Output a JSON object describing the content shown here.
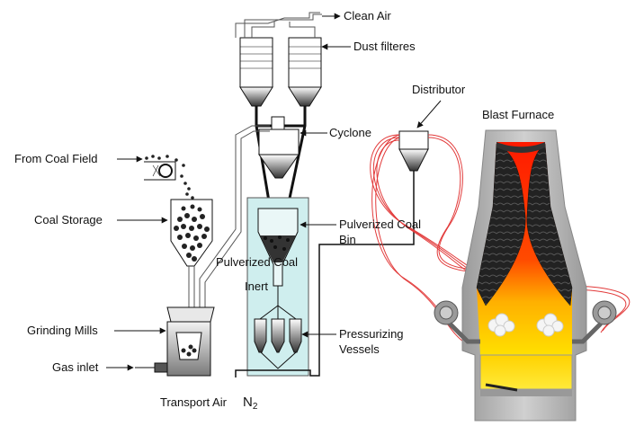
{
  "labels": {
    "clean_air": "Clean Air",
    "dust_filters": "Dust filteres",
    "distributor": "Distributor",
    "blast_furnace": "Blast Furnace",
    "cyclone": "Cyclone",
    "from_coal_field": "From Coal Field",
    "coal_storage": "Coal Storage",
    "pulverized_coal_bin_1": "Pulverized Coal",
    "pulverized_coal_bin_2": "Bin",
    "pulverized_coal_inert_1": "Pulverized Coal",
    "pulverized_coal_inert_2": "Inert",
    "grinding_mills": "Grinding Mills",
    "pressurizing_vessels_1": "Pressurizing",
    "pressurizing_vessels_2": "Vessels",
    "gas_inlet": "Gas inlet",
    "transport_air": "Transport Air",
    "n2": "N",
    "n2_sub": "2"
  },
  "colors": {
    "line": "#111111",
    "red_pipe": "#e23b3b",
    "bin_fill": "#cfeeee",
    "furnace_shell": "#b8b8b8",
    "coke": "#2a2a2a",
    "flame_red": "#ff2a00",
    "flame_yellow": "#ffd400"
  },
  "icons": [
    "conveyor-icon",
    "coal-pile-icon",
    "tuyere-icon"
  ]
}
